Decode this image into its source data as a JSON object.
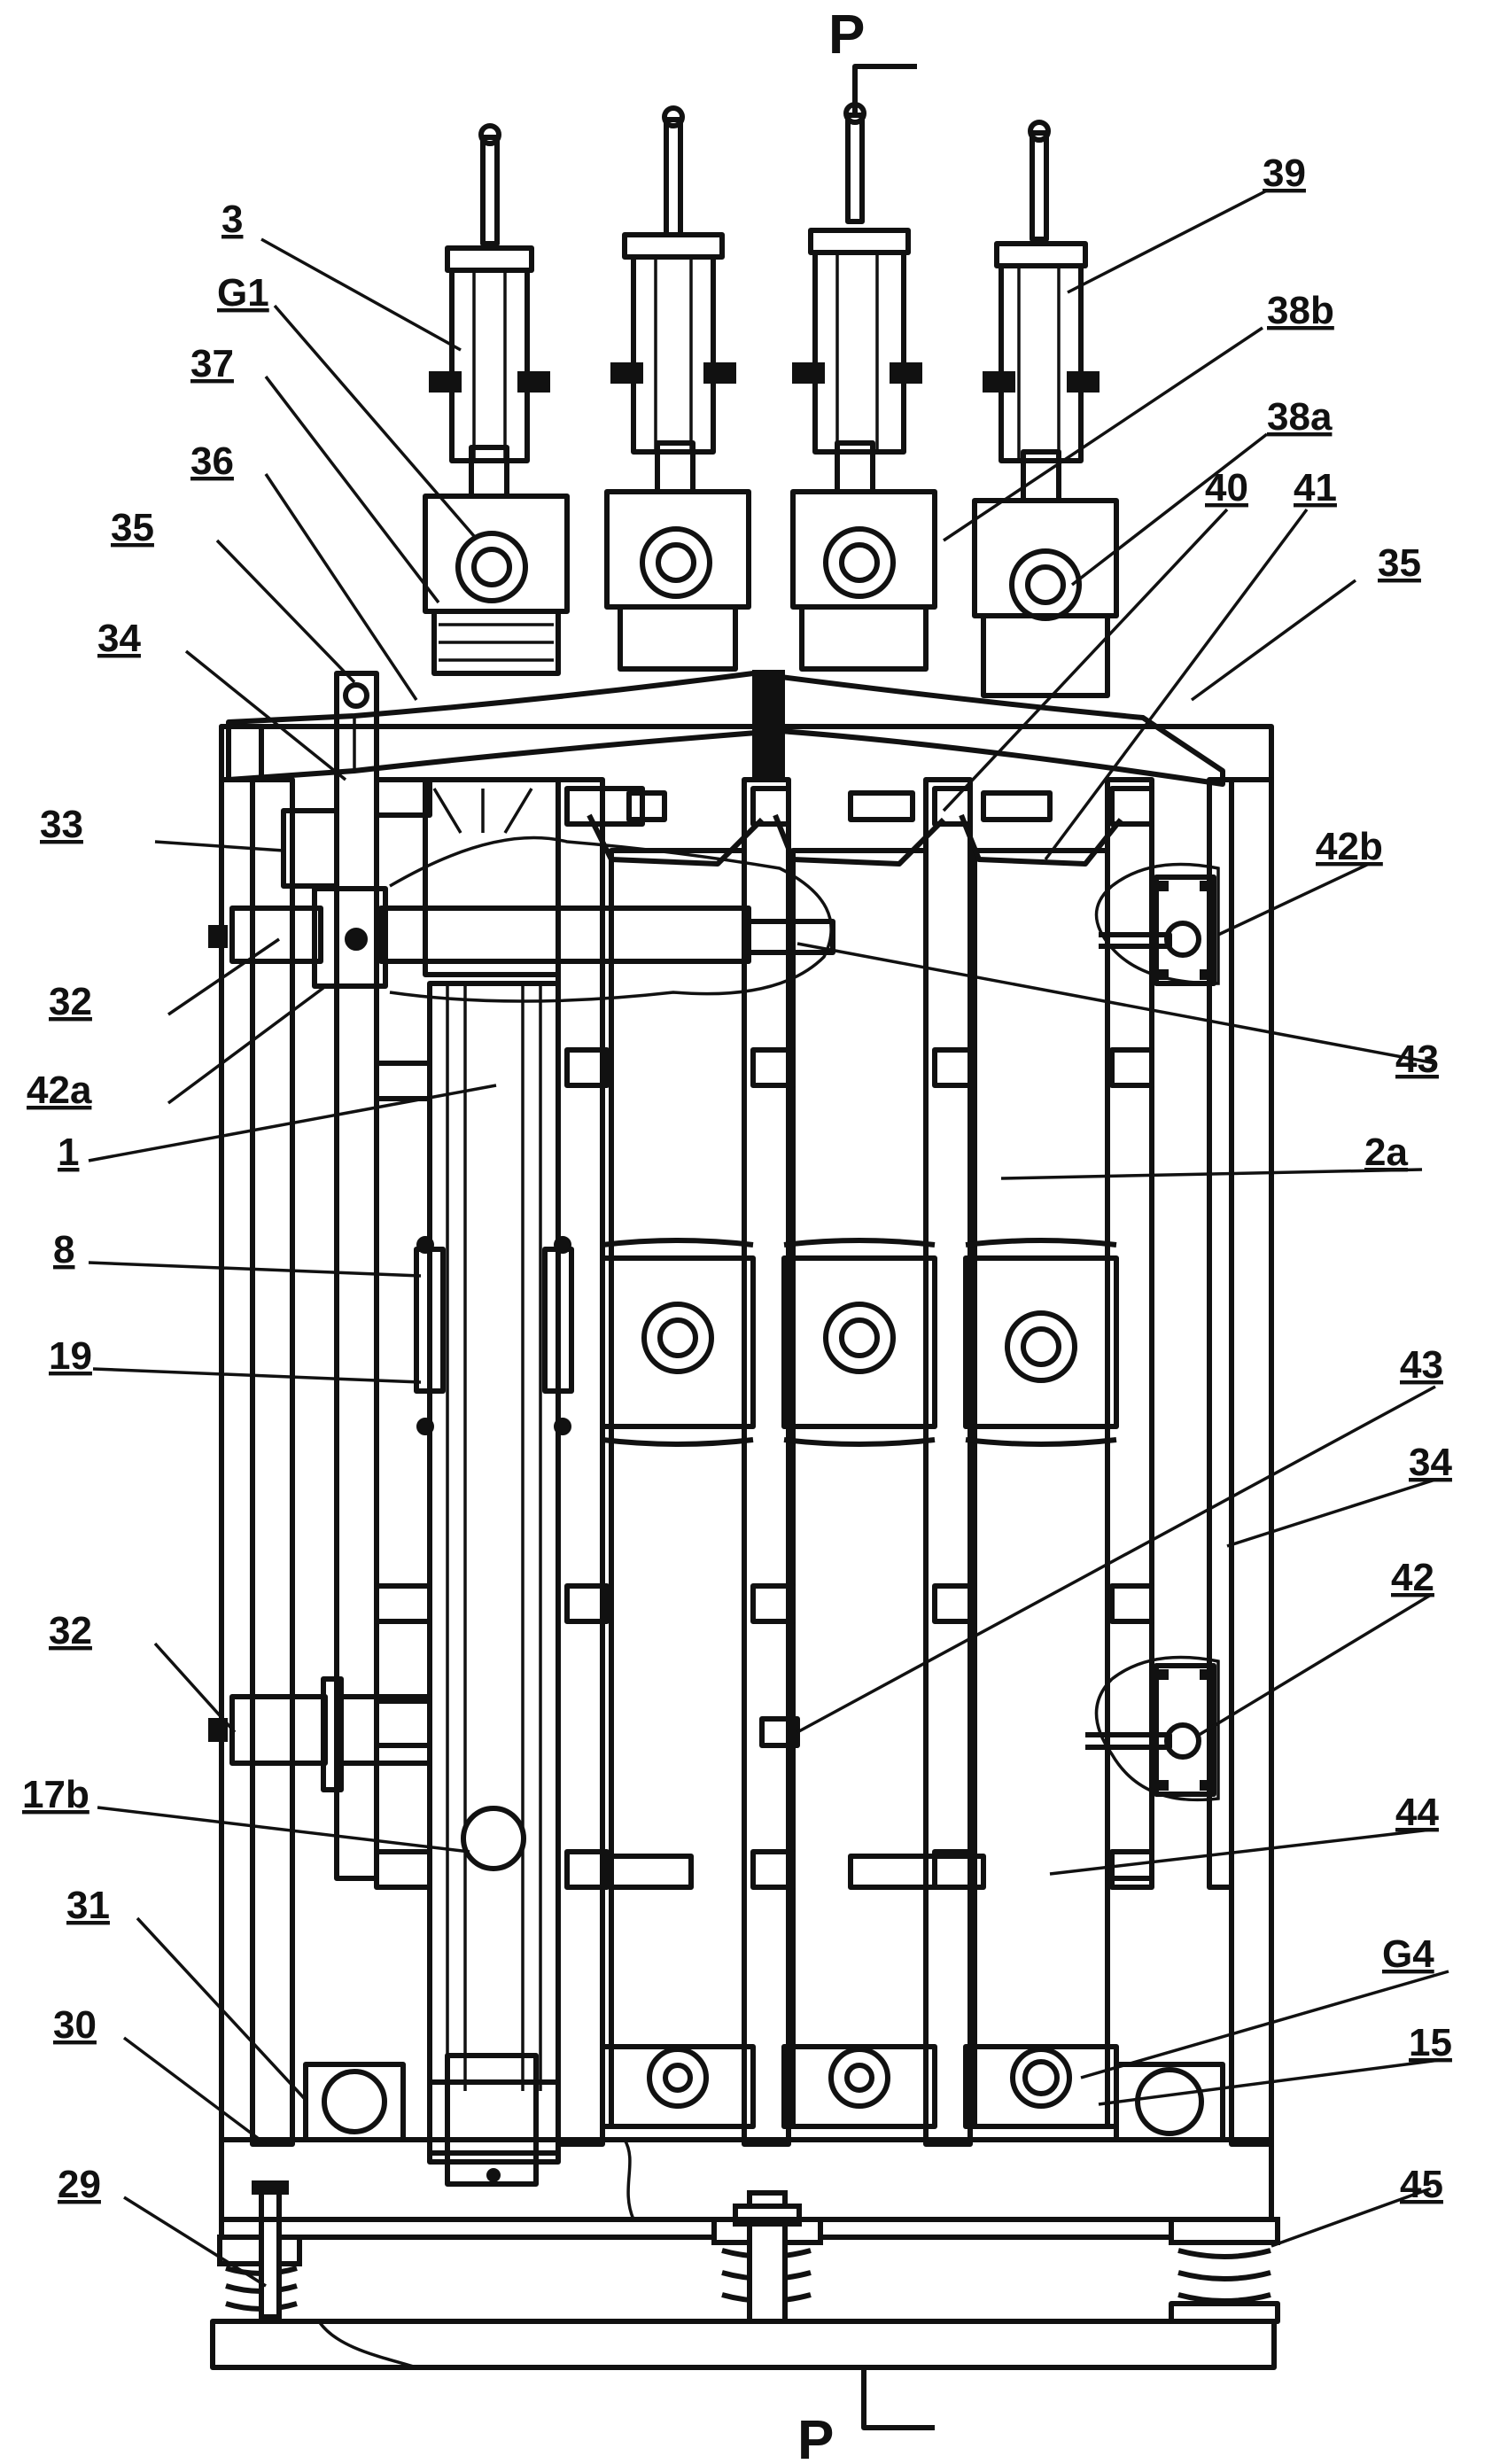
{
  "section_marks": {
    "top": "P",
    "bottom": "P"
  },
  "labels": {
    "l3": "3",
    "lG1": "G1",
    "l37": "37",
    "l36": "36",
    "l35a": "35",
    "l34a": "34",
    "l33": "33",
    "l32a": "32",
    "l42a": "42a",
    "l1": "1",
    "l8": "8",
    "l19": "19",
    "l32b": "32",
    "l17b": "17b",
    "l31": "31",
    "l30": "30",
    "l29": "29",
    "l39": "39",
    "l38b": "38b",
    "l38a": "38a",
    "l40": "40",
    "l41": "41",
    "l35b": "35",
    "l42b": "42b",
    "l43a": "43",
    "l2a": "2a",
    "l43b": "43",
    "l34b": "34",
    "l42": "42",
    "l44": "44",
    "lG4": "G4",
    "l15": "15",
    "l45": "45"
  }
}
